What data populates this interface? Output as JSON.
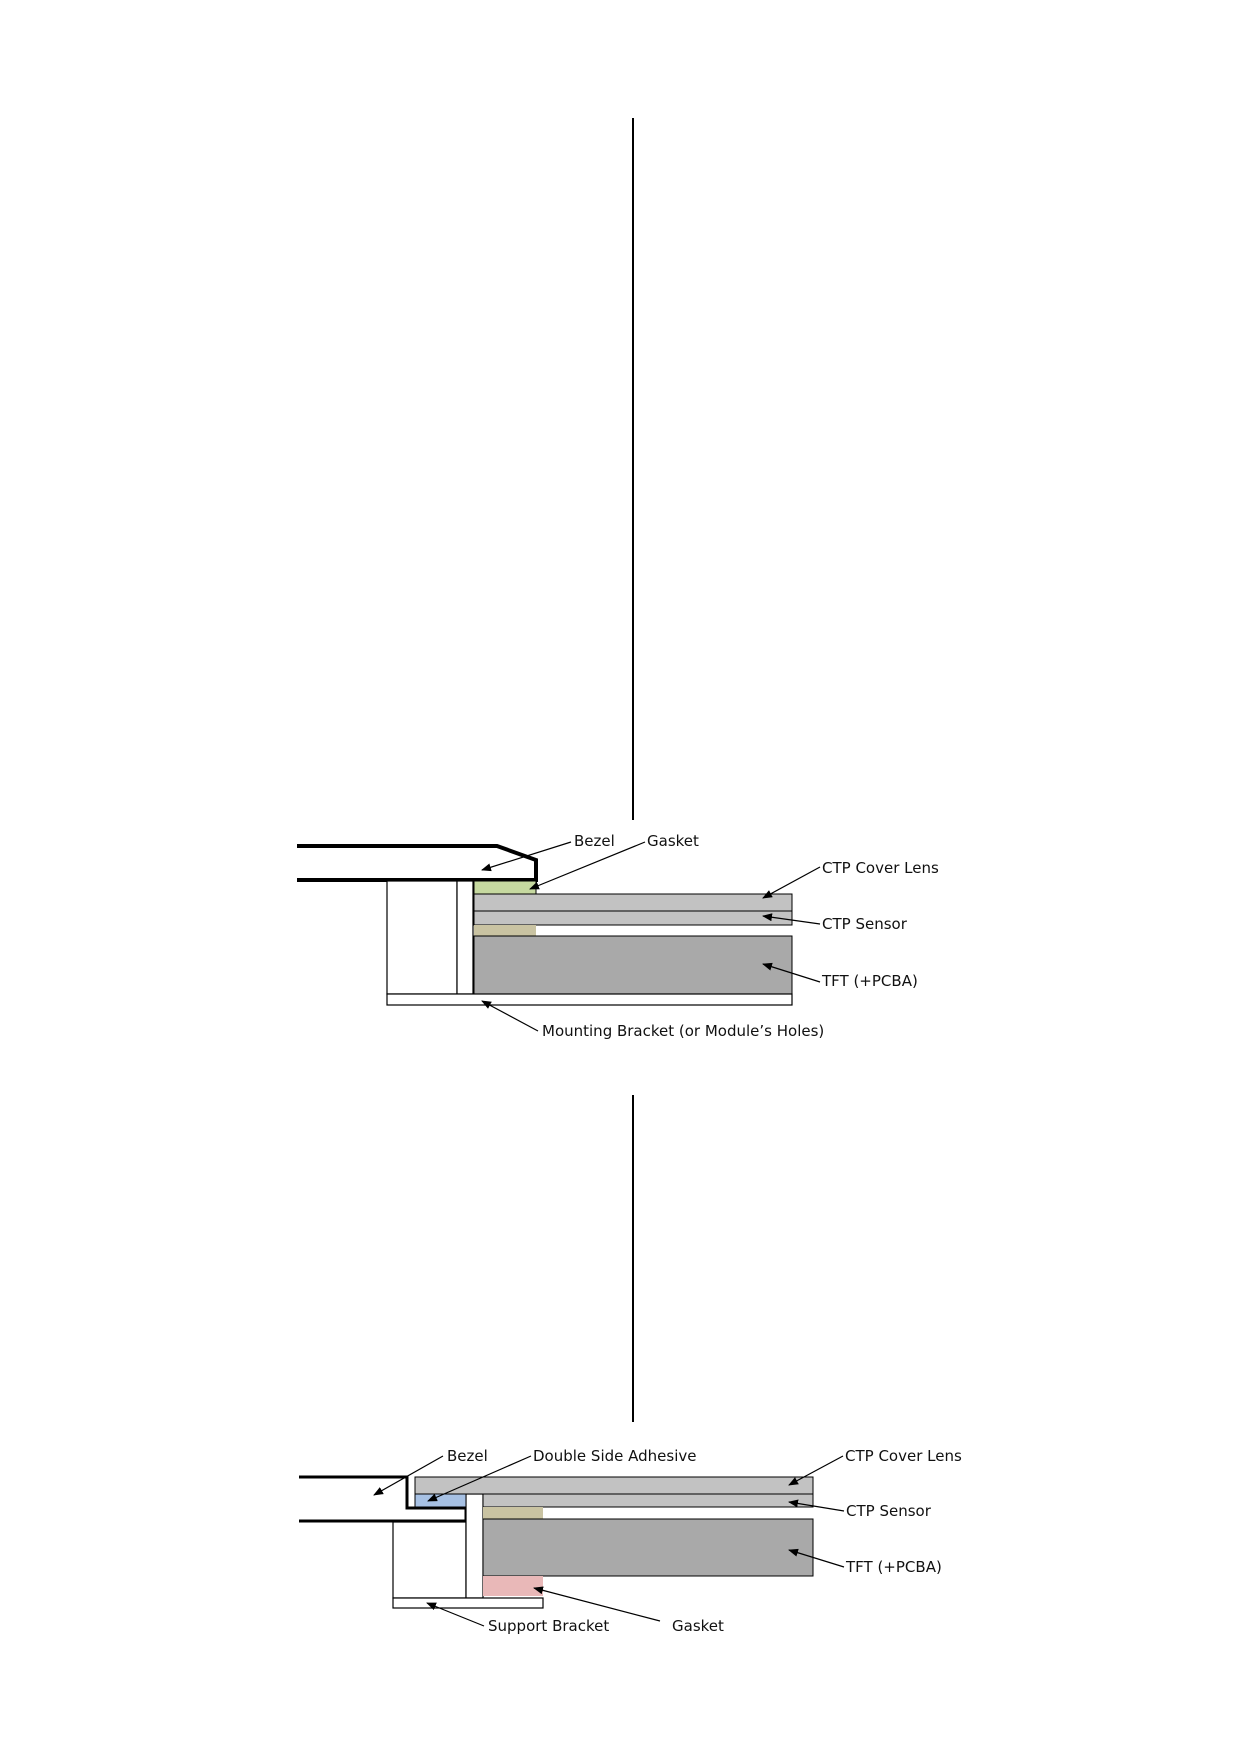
{
  "colors": {
    "layer_gray": "#c2c2c2",
    "layer_gray_dark": "#a9a9a9",
    "gasket_green": "#c6d9a0",
    "spacer_tan": "#c9c3a2",
    "adhesive_blue": "#a7c1e4",
    "gasket_pink": "#e9b8b8",
    "line": "#000000"
  },
  "diagram_top": {
    "labels": {
      "bezel": "Bezel",
      "gasket": "Gasket",
      "cover_lens": "CTP Cover Lens",
      "sensor": "CTP Sensor",
      "tft": "TFT (+PCBA)",
      "bracket": "Mounting Bracket (or Module’s Holes)"
    }
  },
  "diagram_bottom": {
    "labels": {
      "bezel": "Bezel",
      "adhesive": "Double Side Adhesive",
      "cover_lens": "CTP Cover Lens",
      "sensor": "CTP Sensor",
      "tft": "TFT (+PCBA)",
      "bracket": "Support Bracket",
      "gasket": "Gasket"
    }
  }
}
